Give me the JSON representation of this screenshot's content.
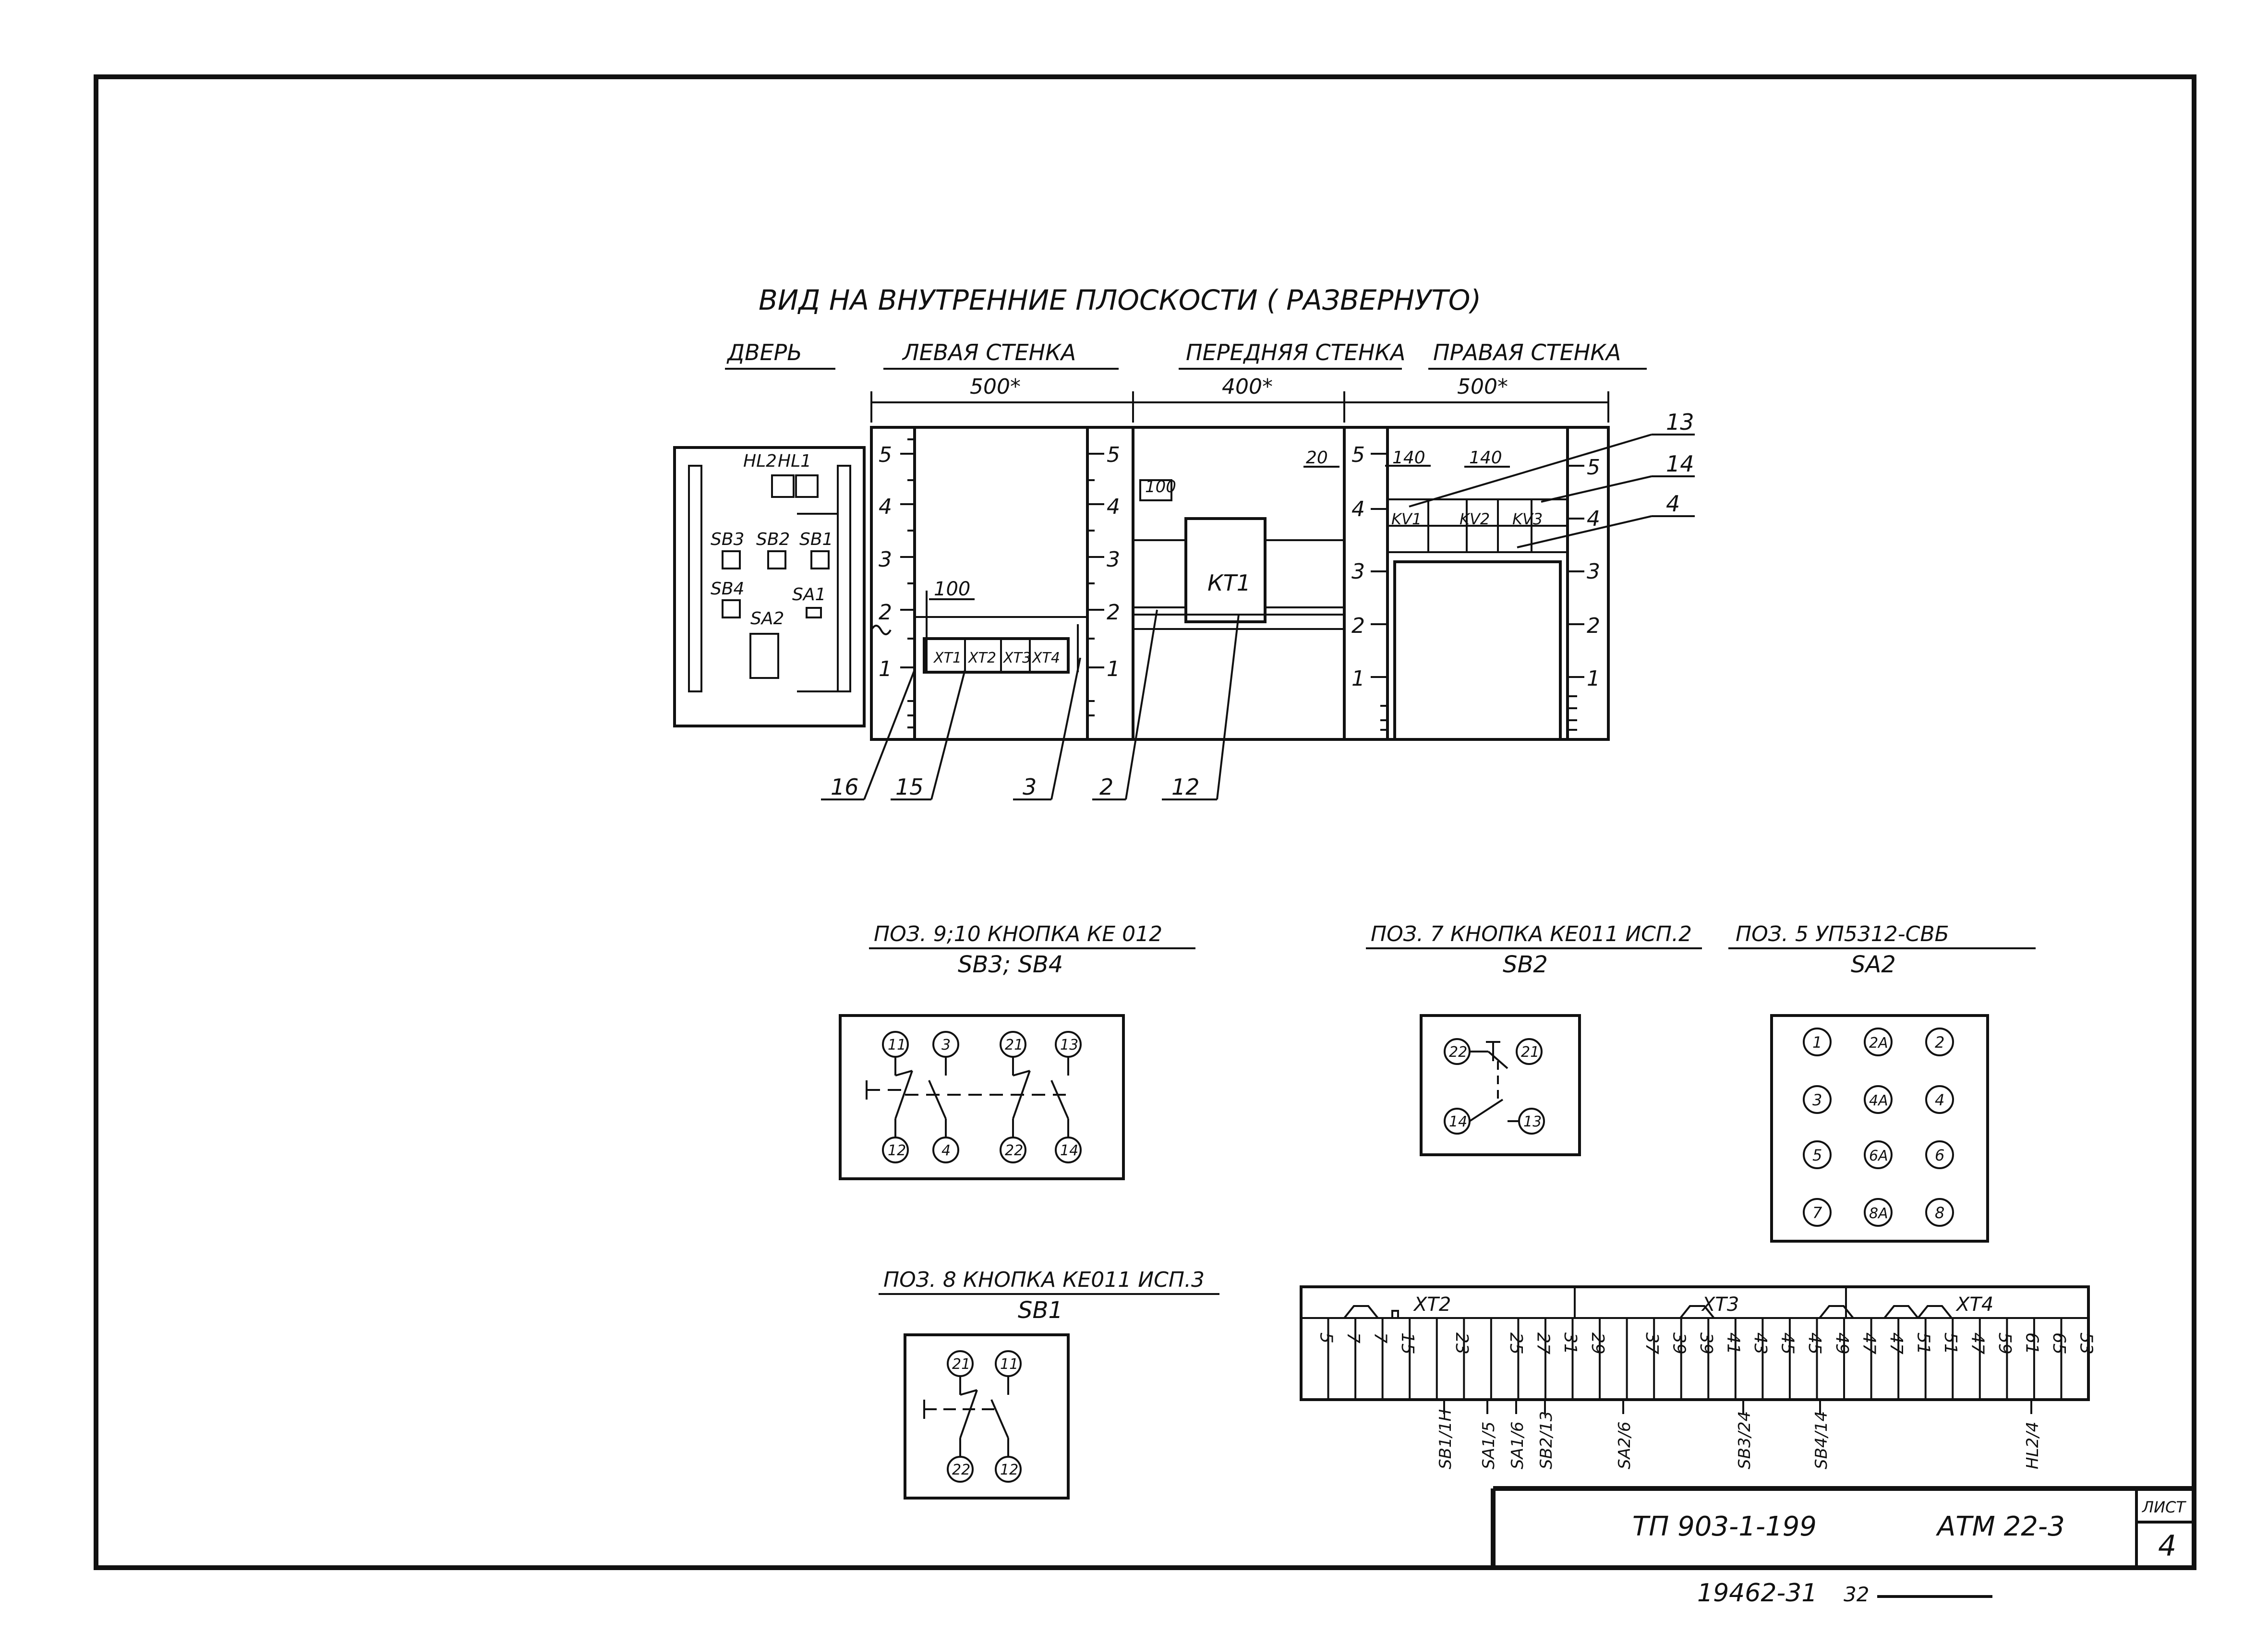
{
  "view": {
    "title": "ВИД НА ВНУТРЕННИЕ ПЛОСКОСТИ ( РАЗВЕРНУТО)",
    "sections": {
      "door": "ДВЕРЬ",
      "left": "ЛЕВАЯ СТЕНКА",
      "front": "ПЕРЕДНЯЯ СТЕНКА",
      "right": "ПРАВАЯ СТЕНКА"
    },
    "dims": {
      "left": "500*",
      "front": "400*",
      "right": "500*",
      "d100": "100",
      "d100b": "100",
      "d20": "20",
      "d140a": "140",
      "d140b": "140"
    },
    "scale_marks": [
      "1",
      "2",
      "3",
      "4",
      "5"
    ],
    "door_labels": [
      "HL2",
      "HL1",
      "SB3",
      "SB2",
      "SB1",
      "SB4",
      "SA1",
      "SA2"
    ],
    "terminals": [
      "XT1",
      "XT2",
      "XT3",
      "XT4"
    ],
    "front_device": "КТ1",
    "relays": [
      "KV1",
      "KV2",
      "KV3"
    ],
    "leaders": [
      "13",
      "14",
      "4",
      "16",
      "15",
      "3",
      "2",
      "12"
    ]
  },
  "diagrams": {
    "d1": {
      "title": "ПОЗ. 9;10 КНОПКА КЕ 012",
      "sub": "SB3; SB4",
      "pins": [
        "11",
        "3",
        "21",
        "13",
        "12",
        "4",
        "22",
        "14"
      ]
    },
    "d2": {
      "title": "ПОЗ. 7 КНОПКА КЕ011 ИСП.2",
      "sub": "SB2",
      "pins": [
        "22",
        "21",
        "14",
        "13"
      ]
    },
    "d3": {
      "title": "ПОЗ. 5 УП5312-СВБ",
      "sub": "SA2",
      "pins": [
        "1",
        "2А",
        "2",
        "3",
        "4А",
        "4",
        "5",
        "6А",
        "6",
        "7",
        "8А",
        "8"
      ]
    },
    "d4": {
      "title": "ПОЗ. 8 КНОПКА КЕ011 ИСП.3",
      "sub": "SB1",
      "pins": [
        "21",
        "11",
        "22",
        "12"
      ]
    }
  },
  "strip": {
    "groups": [
      "XT2",
      "XT3",
      "XT4"
    ],
    "cells": [
      "5",
      "7",
      "7",
      "15",
      "",
      "23",
      "",
      "25",
      "27",
      "31",
      "29",
      "",
      "37",
      "39",
      "39",
      "41",
      "43",
      "45",
      "45",
      "49",
      "47",
      "47",
      "51",
      "51",
      "47",
      "59",
      "61",
      "65",
      "53"
    ],
    "labels": [
      "SB1/1Н",
      "SA1/5",
      "SA1/6",
      "SB2/13",
      "SA2/6",
      "SB3/24",
      "SB4/14",
      "HL2/4"
    ]
  },
  "stamp": {
    "doc": "ТП 903-1-199",
    "code": "АТМ 22-3",
    "sheet_label": "ЛИСТ",
    "sheet": "4",
    "number": "19462-31",
    "extra": "32"
  }
}
